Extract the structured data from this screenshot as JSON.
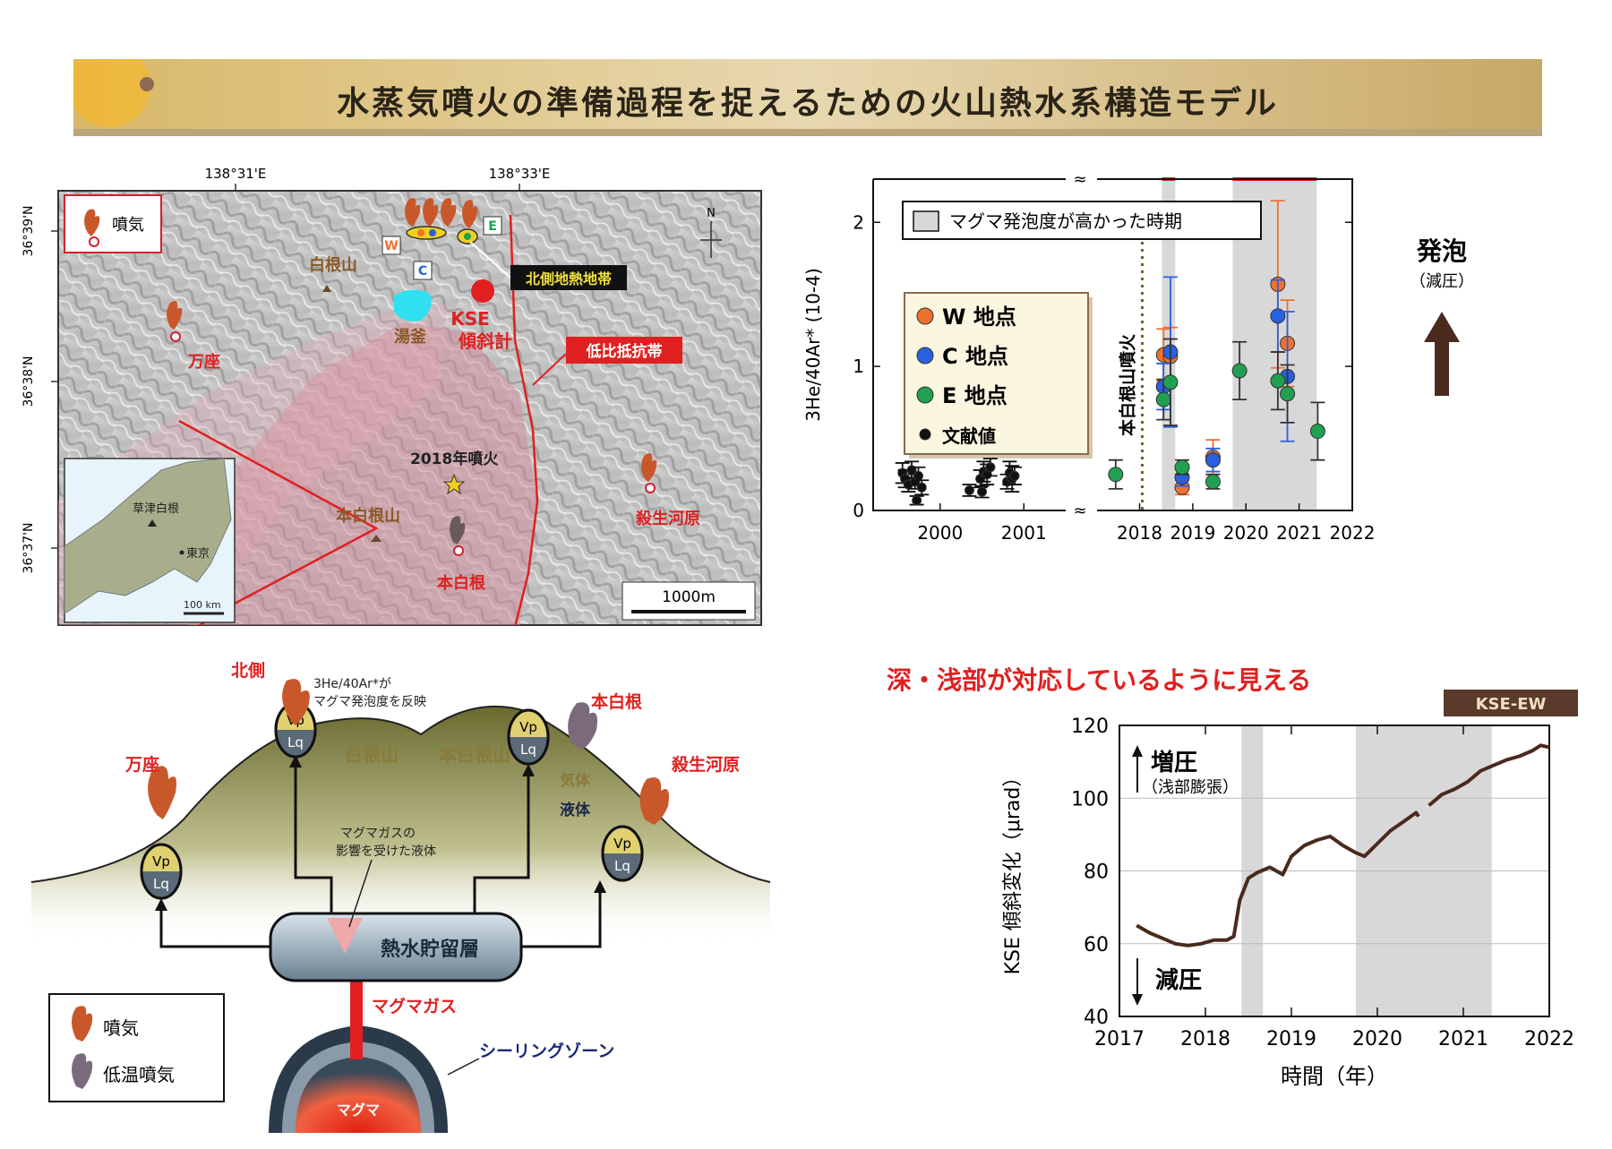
{
  "title": "水蒸気噴火の準備過程を捉えるための火山熱水系構造モデル",
  "map": {
    "lon_labels": [
      "138°31'E",
      "138°33'E"
    ],
    "lat_labels": [
      "36°39'N",
      "36°38'N",
      "36°37'N"
    ],
    "north": "N",
    "legend_fumarole": "噴気",
    "mountains": [
      "白根山",
      "本白根山"
    ],
    "sites": {
      "W": "W",
      "C": "C",
      "E": "E"
    },
    "labels": {
      "north_geo": "北側地熱地帯",
      "yugama": "湯釜",
      "kse": "KSE",
      "tiltmeter": "傾斜計",
      "low_resist": "低比抵抗帯",
      "manza": "万座",
      "eruption_2018": "2018年噴火",
      "motoshirane": "本白根",
      "sesshogawara": "殺生河原"
    },
    "scale": "1000m",
    "inset": {
      "kusatsu": "草津白根",
      "tokyo": "東京",
      "scale": "100 km"
    }
  },
  "colors": {
    "W": "#f07030",
    "C": "#2860e0",
    "E": "#20a050",
    "lit": "#111111",
    "tilt": "#4a2a1e",
    "red": "#e02020",
    "shade": "#d8d8d8"
  },
  "chart_data": [
    {
      "type": "scatter",
      "title": "",
      "ylabel": "3He/40Ar* (10-4)",
      "xlabel": "",
      "ylim": [
        0,
        2.3
      ],
      "x_ticks": [
        "2000",
        "2001",
        "2018",
        "2019",
        "2020",
        "2021",
        "2022"
      ],
      "y_ticks": [
        "0",
        "1",
        "2"
      ],
      "axis_break": "between 2001 and 2018",
      "shaded_periods": [
        [
          2018.42,
          2018.67
        ],
        [
          2019.75,
          2021.33
        ]
      ],
      "shaded_label": "マグマ発泡度が高かった時期",
      "eruption_line": {
        "x": 2018.05,
        "label": "本白根山噴火"
      },
      "right_label": {
        "main": "発泡",
        "sub": "（減圧）"
      },
      "legend": [
        "W 地点",
        "C 地点",
        "E 地点",
        "文献値"
      ],
      "series": [
        {
          "name": "W 地点",
          "points": [
            [
              2018.45,
              1.08,
              0.18
            ],
            [
              2018.58,
              1.07,
              0.2
            ],
            [
              2018.8,
              0.16,
              0.05
            ],
            [
              2019.38,
              0.37,
              0.12
            ],
            [
              2020.6,
              1.57,
              0.58
            ],
            [
              2020.78,
              1.16,
              0.3
            ]
          ]
        },
        {
          "name": "C 地点",
          "points": [
            [
              2018.45,
              0.86,
              0.16
            ],
            [
              2018.58,
              1.1,
              0.52
            ],
            [
              2018.8,
              0.23,
              0.06
            ],
            [
              2019.38,
              0.35,
              0.08
            ],
            [
              2020.6,
              1.35,
              0.25
            ],
            [
              2020.78,
              0.93,
              0.45
            ]
          ]
        },
        {
          "name": "E 地点",
          "points": [
            [
              2017.55,
              0.25,
              0.1
            ],
            [
              2018.45,
              0.77,
              0.14
            ],
            [
              2018.58,
              0.89,
              0.3
            ],
            [
              2018.8,
              0.3,
              0.05
            ],
            [
              2019.38,
              0.2,
              0.05
            ],
            [
              2019.88,
              0.97,
              0.2
            ],
            [
              2020.6,
              0.9,
              0.2
            ],
            [
              2020.78,
              0.81,
              0.2
            ],
            [
              2021.35,
              0.55,
              0.2
            ]
          ]
        },
        {
          "name": "文献値",
          "points": [
            [
              1999.55,
              0.26,
              0.07
            ],
            [
              1999.58,
              0.22,
              0.06
            ],
            [
              1999.62,
              0.18,
              0.05
            ],
            [
              1999.66,
              0.28,
              0.06
            ],
            [
              1999.7,
              0.2,
              0.05
            ],
            [
              1999.74,
              0.24,
              0.06
            ],
            [
              1999.78,
              0.16,
              0.05
            ],
            [
              1999.72,
              0.07,
              0.03
            ],
            [
              2000.35,
              0.14,
              0.04
            ],
            [
              2000.48,
              0.22,
              0.06
            ],
            [
              2000.52,
              0.27,
              0.07
            ],
            [
              2000.56,
              0.25,
              0.07
            ],
            [
              2000.6,
              0.3,
              0.06
            ],
            [
              2000.5,
              0.13,
              0.04
            ],
            [
              2000.8,
              0.2,
              0.05
            ],
            [
              2000.83,
              0.26,
              0.08
            ],
            [
              2000.86,
              0.22,
              0.09
            ],
            [
              2000.89,
              0.24,
              0.06
            ]
          ]
        }
      ]
    },
    {
      "type": "line",
      "title": "KSE-EW",
      "ylabel": "KSE 傾斜変化（μrad）",
      "xlabel": "時間（年）",
      "xlim": [
        2017,
        2022
      ],
      "ylim": [
        40,
        120
      ],
      "x_ticks": [
        "2017",
        "2018",
        "2019",
        "2020",
        "2021",
        "2022"
      ],
      "y_ticks": [
        "40",
        "60",
        "80",
        "100",
        "120"
      ],
      "shaded_periods": [
        [
          2018.42,
          2018.67
        ],
        [
          2019.75,
          2021.33
        ]
      ],
      "annotations": {
        "up": "増圧",
        "up_sub": "（浅部膨張）",
        "down": "減圧"
      },
      "series": [
        {
          "name": "KSE-EW",
          "x": [
            2017.2,
            2017.35,
            2017.5,
            2017.65,
            2017.8,
            2017.95,
            2018.1,
            2018.25,
            2018.33,
            2018.4,
            2018.5,
            2018.6,
            2018.75,
            2018.9,
            2019.0,
            2019.15,
            2019.3,
            2019.45,
            2019.6,
            2019.75,
            2019.85,
            2020.0,
            2020.15,
            2020.3,
            2020.45,
            2020.48
          ],
          "y": [
            65,
            63,
            61.5,
            60,
            59.5,
            60,
            61,
            61,
            62,
            72,
            78,
            79.5,
            81,
            79,
            84,
            87,
            88.5,
            89.5,
            87,
            85,
            84,
            87.5,
            91,
            93.5,
            96,
            95
          ]
        },
        {
          "name": "KSE-EW",
          "x": [
            2020.6,
            2020.75,
            2020.9,
            2021.05,
            2021.2,
            2021.35,
            2021.5,
            2021.65,
            2021.8,
            2021.9,
            2022.0
          ],
          "y": [
            98,
            101,
            102.5,
            104.5,
            107.5,
            109,
            110.5,
            111.5,
            113,
            114.5,
            114
          ]
        }
      ]
    }
  ],
  "top_note": "深・浅部が対応しているように見える",
  "model": {
    "labels": {
      "north": "北側",
      "ratio_note_1": "3He/40Ar*が",
      "ratio_note_2": "マグマ発泡度を反映",
      "motoshirane": "本白根",
      "manza": "万座",
      "sesshogawara": "殺生河原",
      "shirane": "白根山",
      "motoshirane_san": "本白根山",
      "gas": "気体",
      "liquid": "液体",
      "affected_1": "マグマガスの",
      "affected_2": "影響を受けた液体",
      "reservoir": "熱水貯留層",
      "magma_gas": "マグマガス",
      "sealing": "シーリングゾーン",
      "magma": "マグマ",
      "vp": "Vp",
      "lq": "Lq"
    },
    "legend": [
      "噴気",
      "低温噴気"
    ]
  }
}
